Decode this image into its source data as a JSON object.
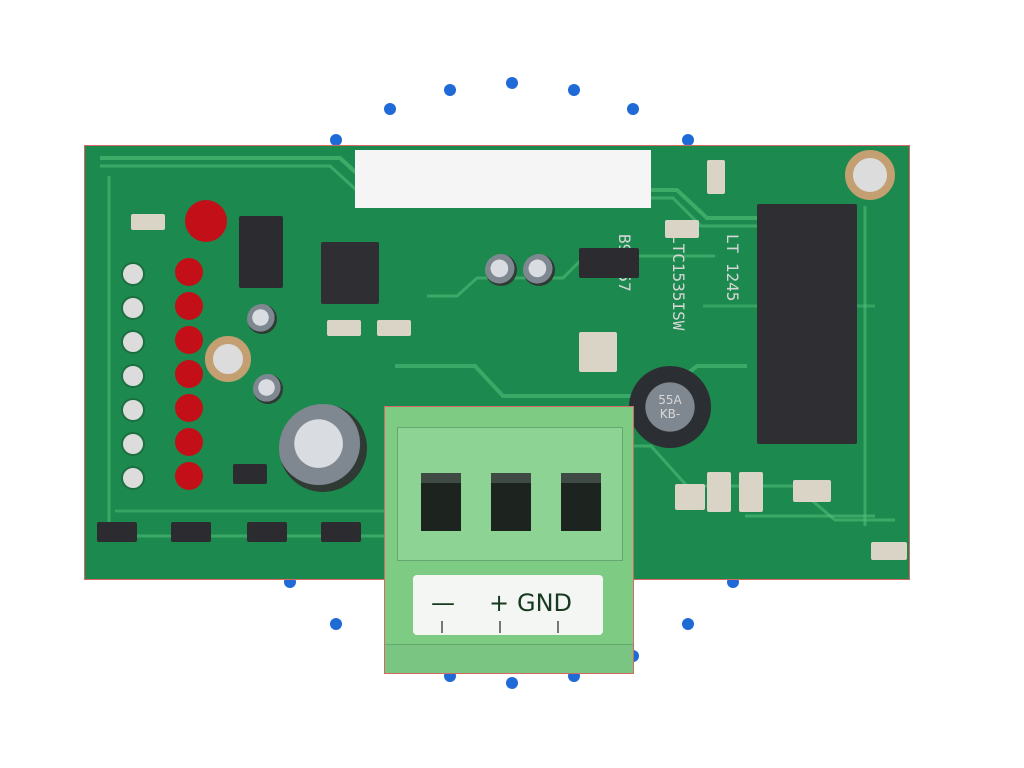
{
  "board": {
    "chip_lines": [
      "LT 1245",
      "LTC1535ISW",
      "B94657"
    ],
    "inductor_text": [
      "55A",
      "KB-"
    ],
    "terminal_labels": {
      "minus": "—",
      "plus": "+",
      "ground": "GND"
    }
  },
  "colors": {
    "background": "#ffffff",
    "board_green": "#1c8a4e",
    "trace_green": "#54bb75",
    "terminal_green": "#7ecb84",
    "dot_blue": "#1f6ad6",
    "led_red": "#c30f18"
  }
}
